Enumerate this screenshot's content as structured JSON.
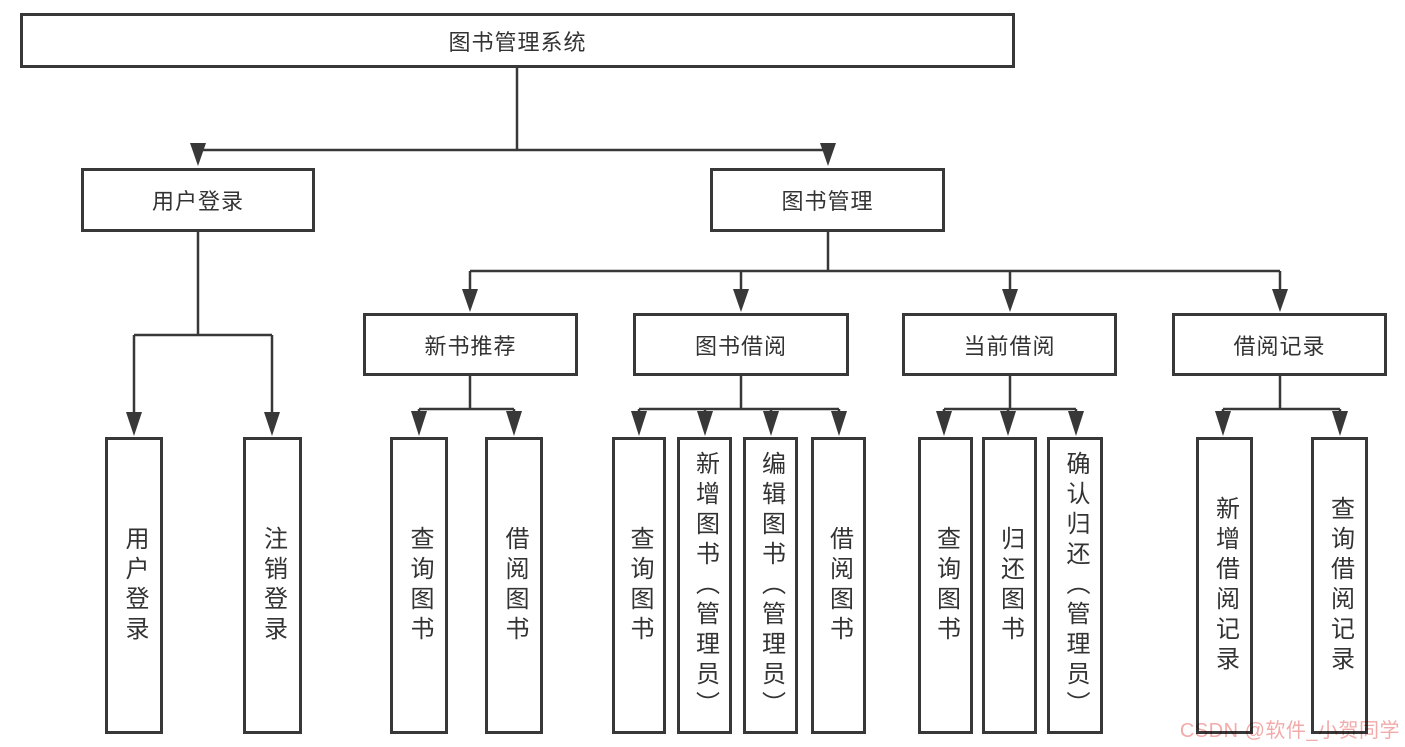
{
  "diagram": {
    "root": {
      "label": "图书管理系统"
    },
    "groups": {
      "user_login": {
        "label": "用户登录",
        "children": [
          {
            "label": "用户登录"
          },
          {
            "label": "注销登录"
          }
        ]
      },
      "book_management": {
        "label": "图书管理"
      },
      "new_book_recommend": {
        "label": "新书推荐",
        "children": [
          {
            "label": "查询图书"
          },
          {
            "label": "借阅图书"
          }
        ]
      },
      "book_borrow": {
        "label": "图书借阅",
        "children": [
          {
            "label": "查询图书"
          },
          {
            "label": "新增图书（管理员）"
          },
          {
            "label": "编辑图书（管理员）"
          },
          {
            "label": "借阅图书"
          }
        ]
      },
      "current_borrow": {
        "label": "当前借阅",
        "children": [
          {
            "label": "查询图书"
          },
          {
            "label": "归还图书"
          },
          {
            "label": "确认归还（管理员）"
          }
        ]
      },
      "borrow_records": {
        "label": "借阅记录",
        "children": [
          {
            "label": "新增借阅记录"
          },
          {
            "label": "查询借阅记录"
          }
        ]
      }
    }
  },
  "watermark": {
    "text": "CSDN @软件_小贺同学"
  },
  "colors": {
    "line": "#383838",
    "box_border": "#383838",
    "box_fill": "#ffffff",
    "text": "#333333",
    "watermark": "#f2abab",
    "background": "#ffffff"
  }
}
